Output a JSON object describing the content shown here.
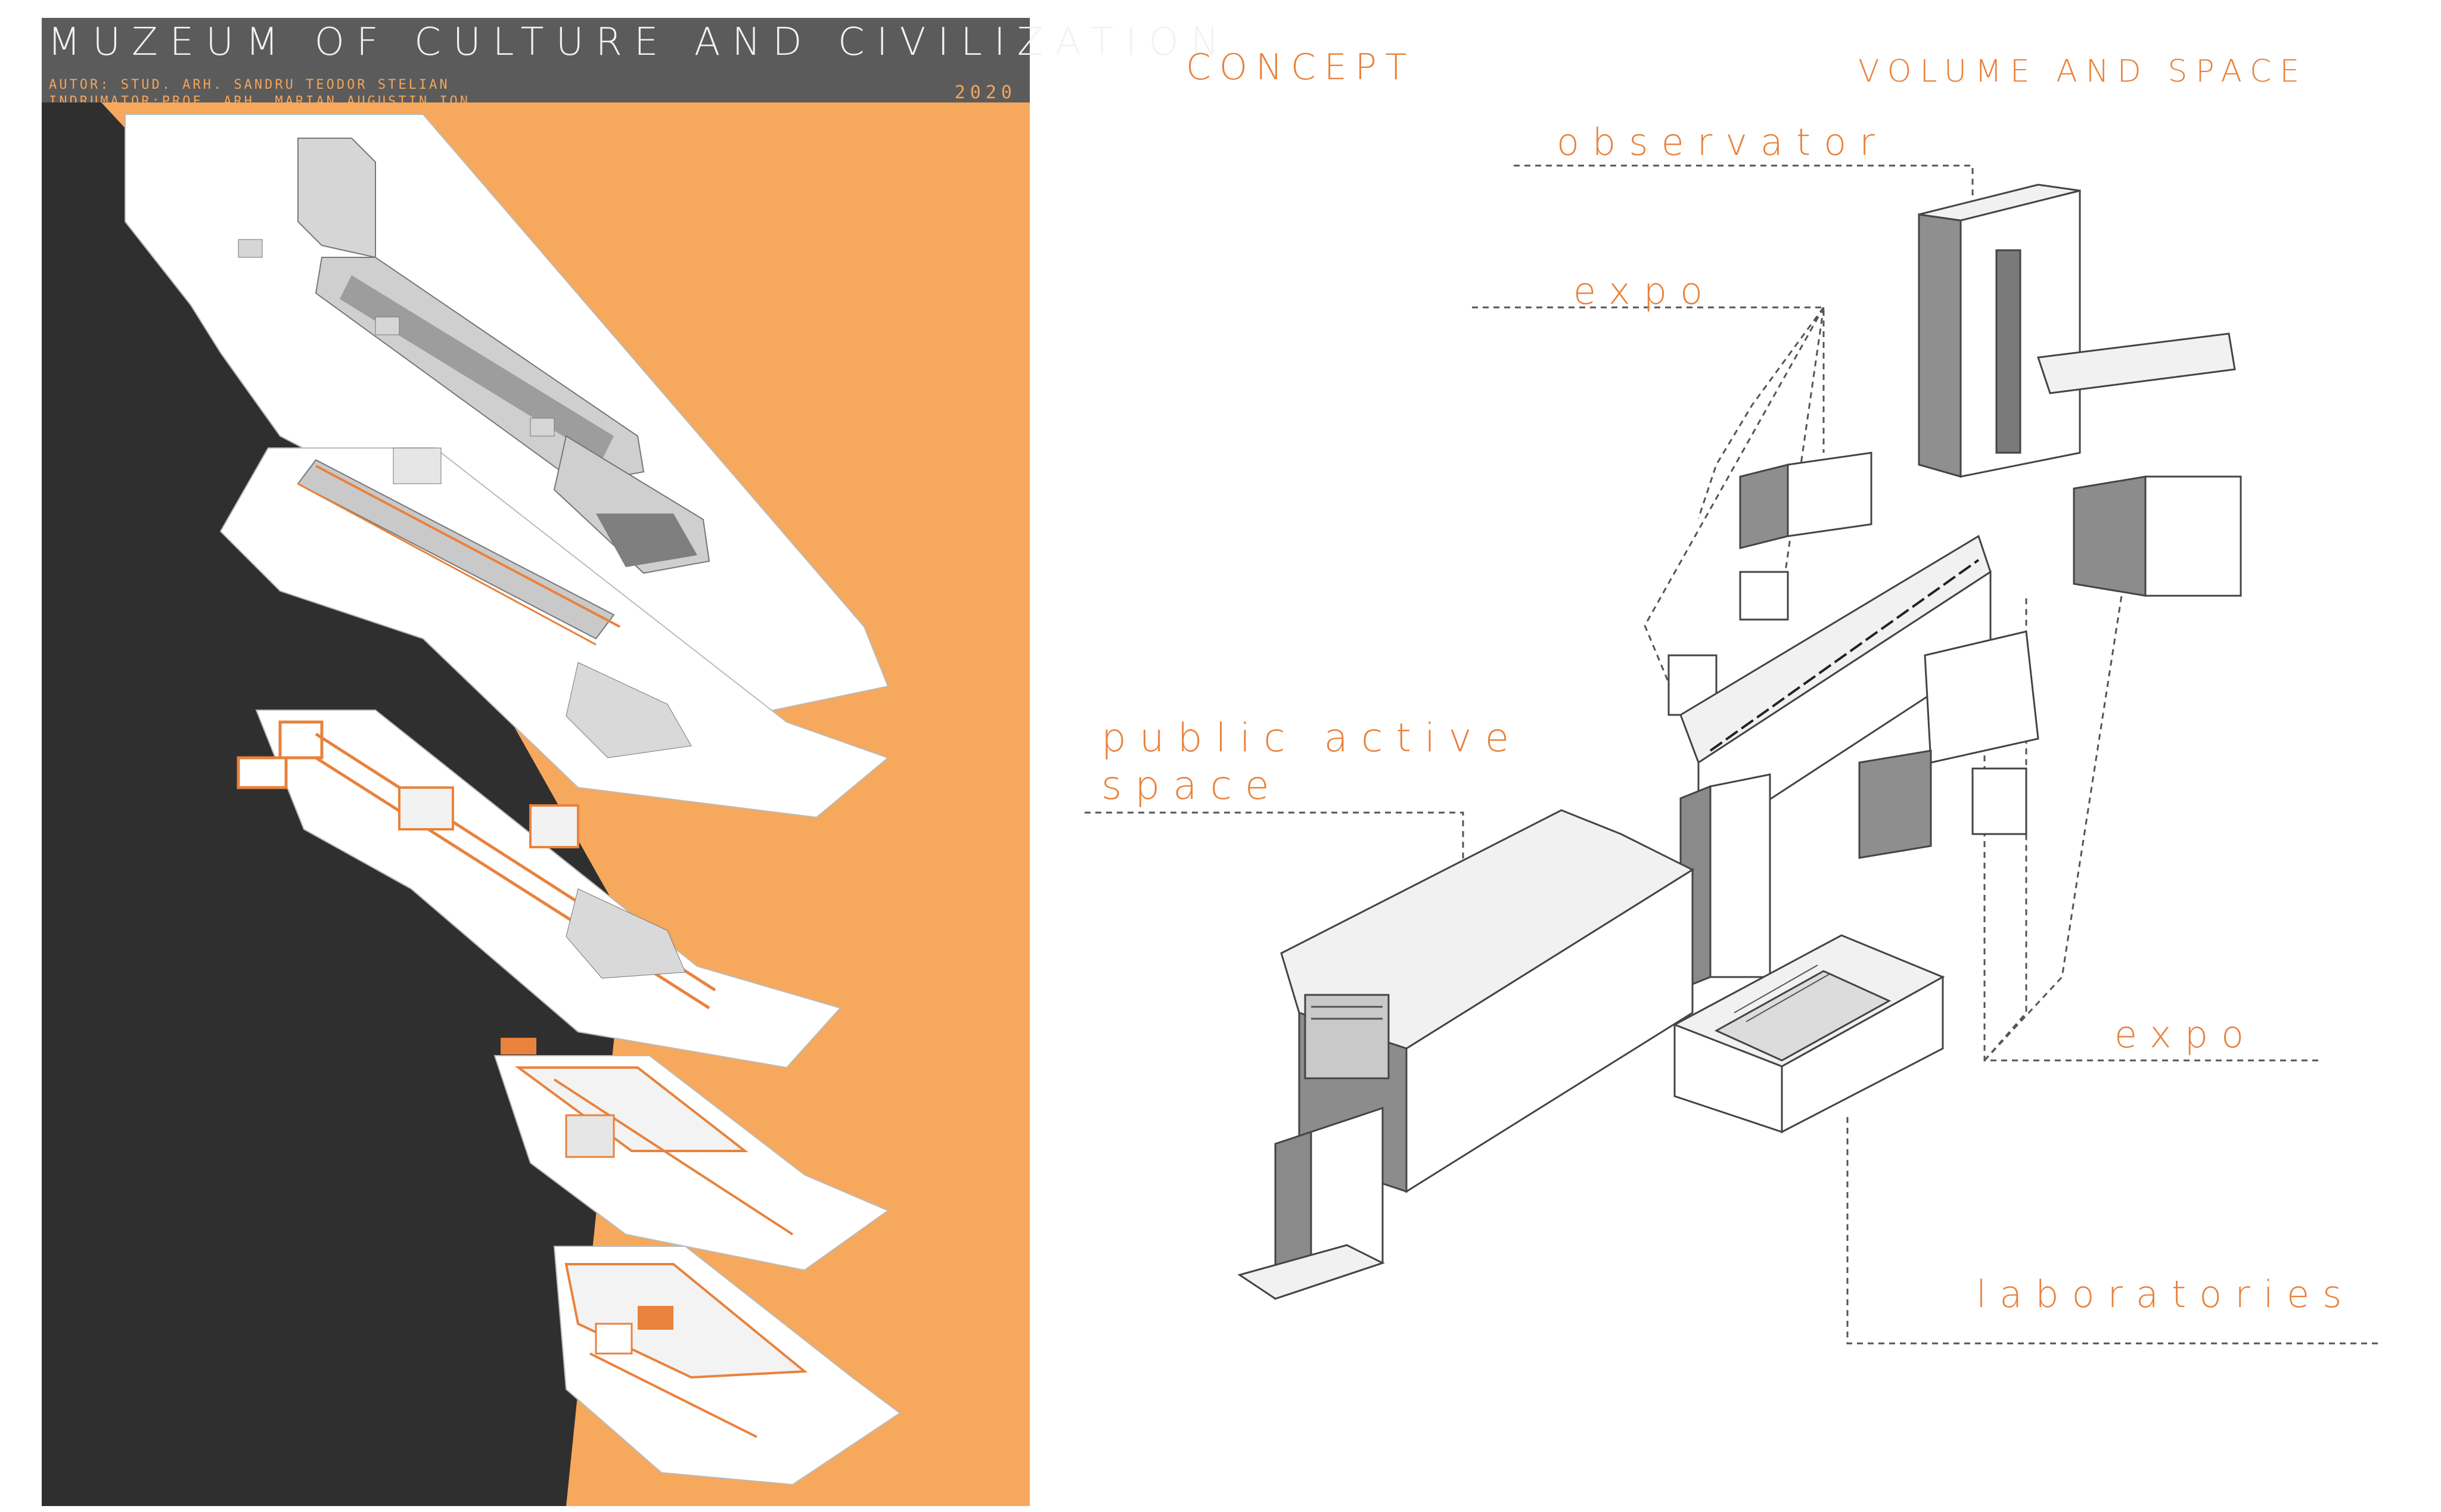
{
  "poster": {
    "title": "MUZEUM OF CULTURE AND CIVILIZATION",
    "author_line": "AUTOR:    STUD. ARH. SANDRU TEODOR STELIAN",
    "tutor_line": "INDRUMATOR:PROF. ARH. MARIAN AUGUSTIN ION",
    "year": "2020",
    "background_dark": "#2f2f2f",
    "background_accent": "#f6a85c",
    "title_bar_color": "#5b5b5b"
  },
  "diagram": {
    "concept_heading": "CONCEPT",
    "volume_heading": "VOLUME AND SPACE",
    "labels": {
      "observator": "observator",
      "expo_top": "expo",
      "public_line1": "public active",
      "public_line2": "space",
      "expo_right": "expo",
      "laboratories": "laboratories"
    },
    "label_color": "#e8823c"
  }
}
